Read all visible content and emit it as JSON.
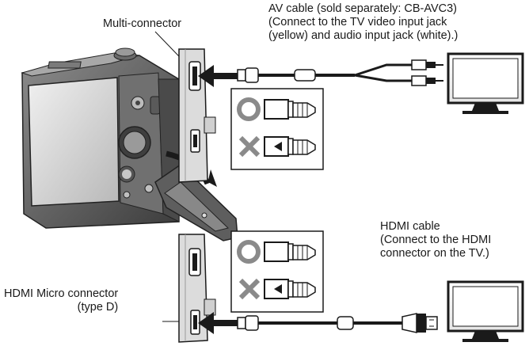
{
  "labels": {
    "multi_connector": "Multi-connector",
    "av_cable": [
      "AV cable (sold separately: CB-AVC3)",
      "(Connect to the TV video input jack",
      "(yellow) and audio input jack (white).)"
    ],
    "hdmi_cable": [
      "HDMI cable",
      "(Connect to the HDMI",
      "connector on the TV.)"
    ],
    "hdmi_micro": [
      "HDMI Micro connector",
      "(type D)"
    ]
  },
  "icons": {
    "correct": "circle-correct-icon",
    "incorrect": "cross-incorrect-icon",
    "tv": "tv-icon",
    "camera": "camera-icon"
  },
  "colors": {
    "line": "#1a1a1a",
    "gray": "#8a8a8a",
    "panel": "#cfcfcf",
    "body": "#555555"
  }
}
